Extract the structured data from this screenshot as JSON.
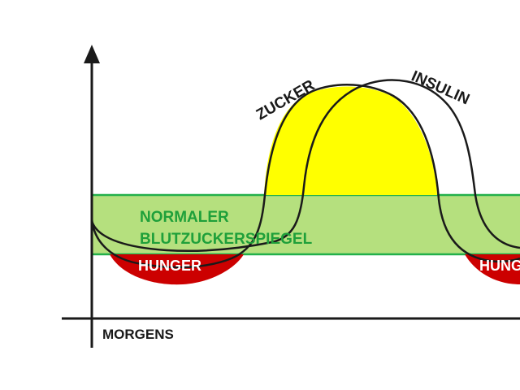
{
  "colors": {
    "axis": "#1a1a1a",
    "sugar_fill": "#ffff00",
    "hunger_fill": "#cc0000",
    "normal_band_fill": "#b5e07e",
    "normal_band_border": "#22b04a",
    "normal_text": "#1fa03a",
    "hunger_text": "#ffffff",
    "curve": "#1a1a1a"
  },
  "curves": {
    "sugar": {
      "label": "ZUCKER"
    },
    "insulin": {
      "label": "INSULIN"
    }
  },
  "band": {
    "line1": "NORMALER",
    "line2": "BLUTZUCKERSPIEGEL"
  },
  "hunger": {
    "left_label": "HUNGER",
    "right_label": "HUNGER"
  },
  "axis": {
    "x_label": "MORGENS"
  }
}
